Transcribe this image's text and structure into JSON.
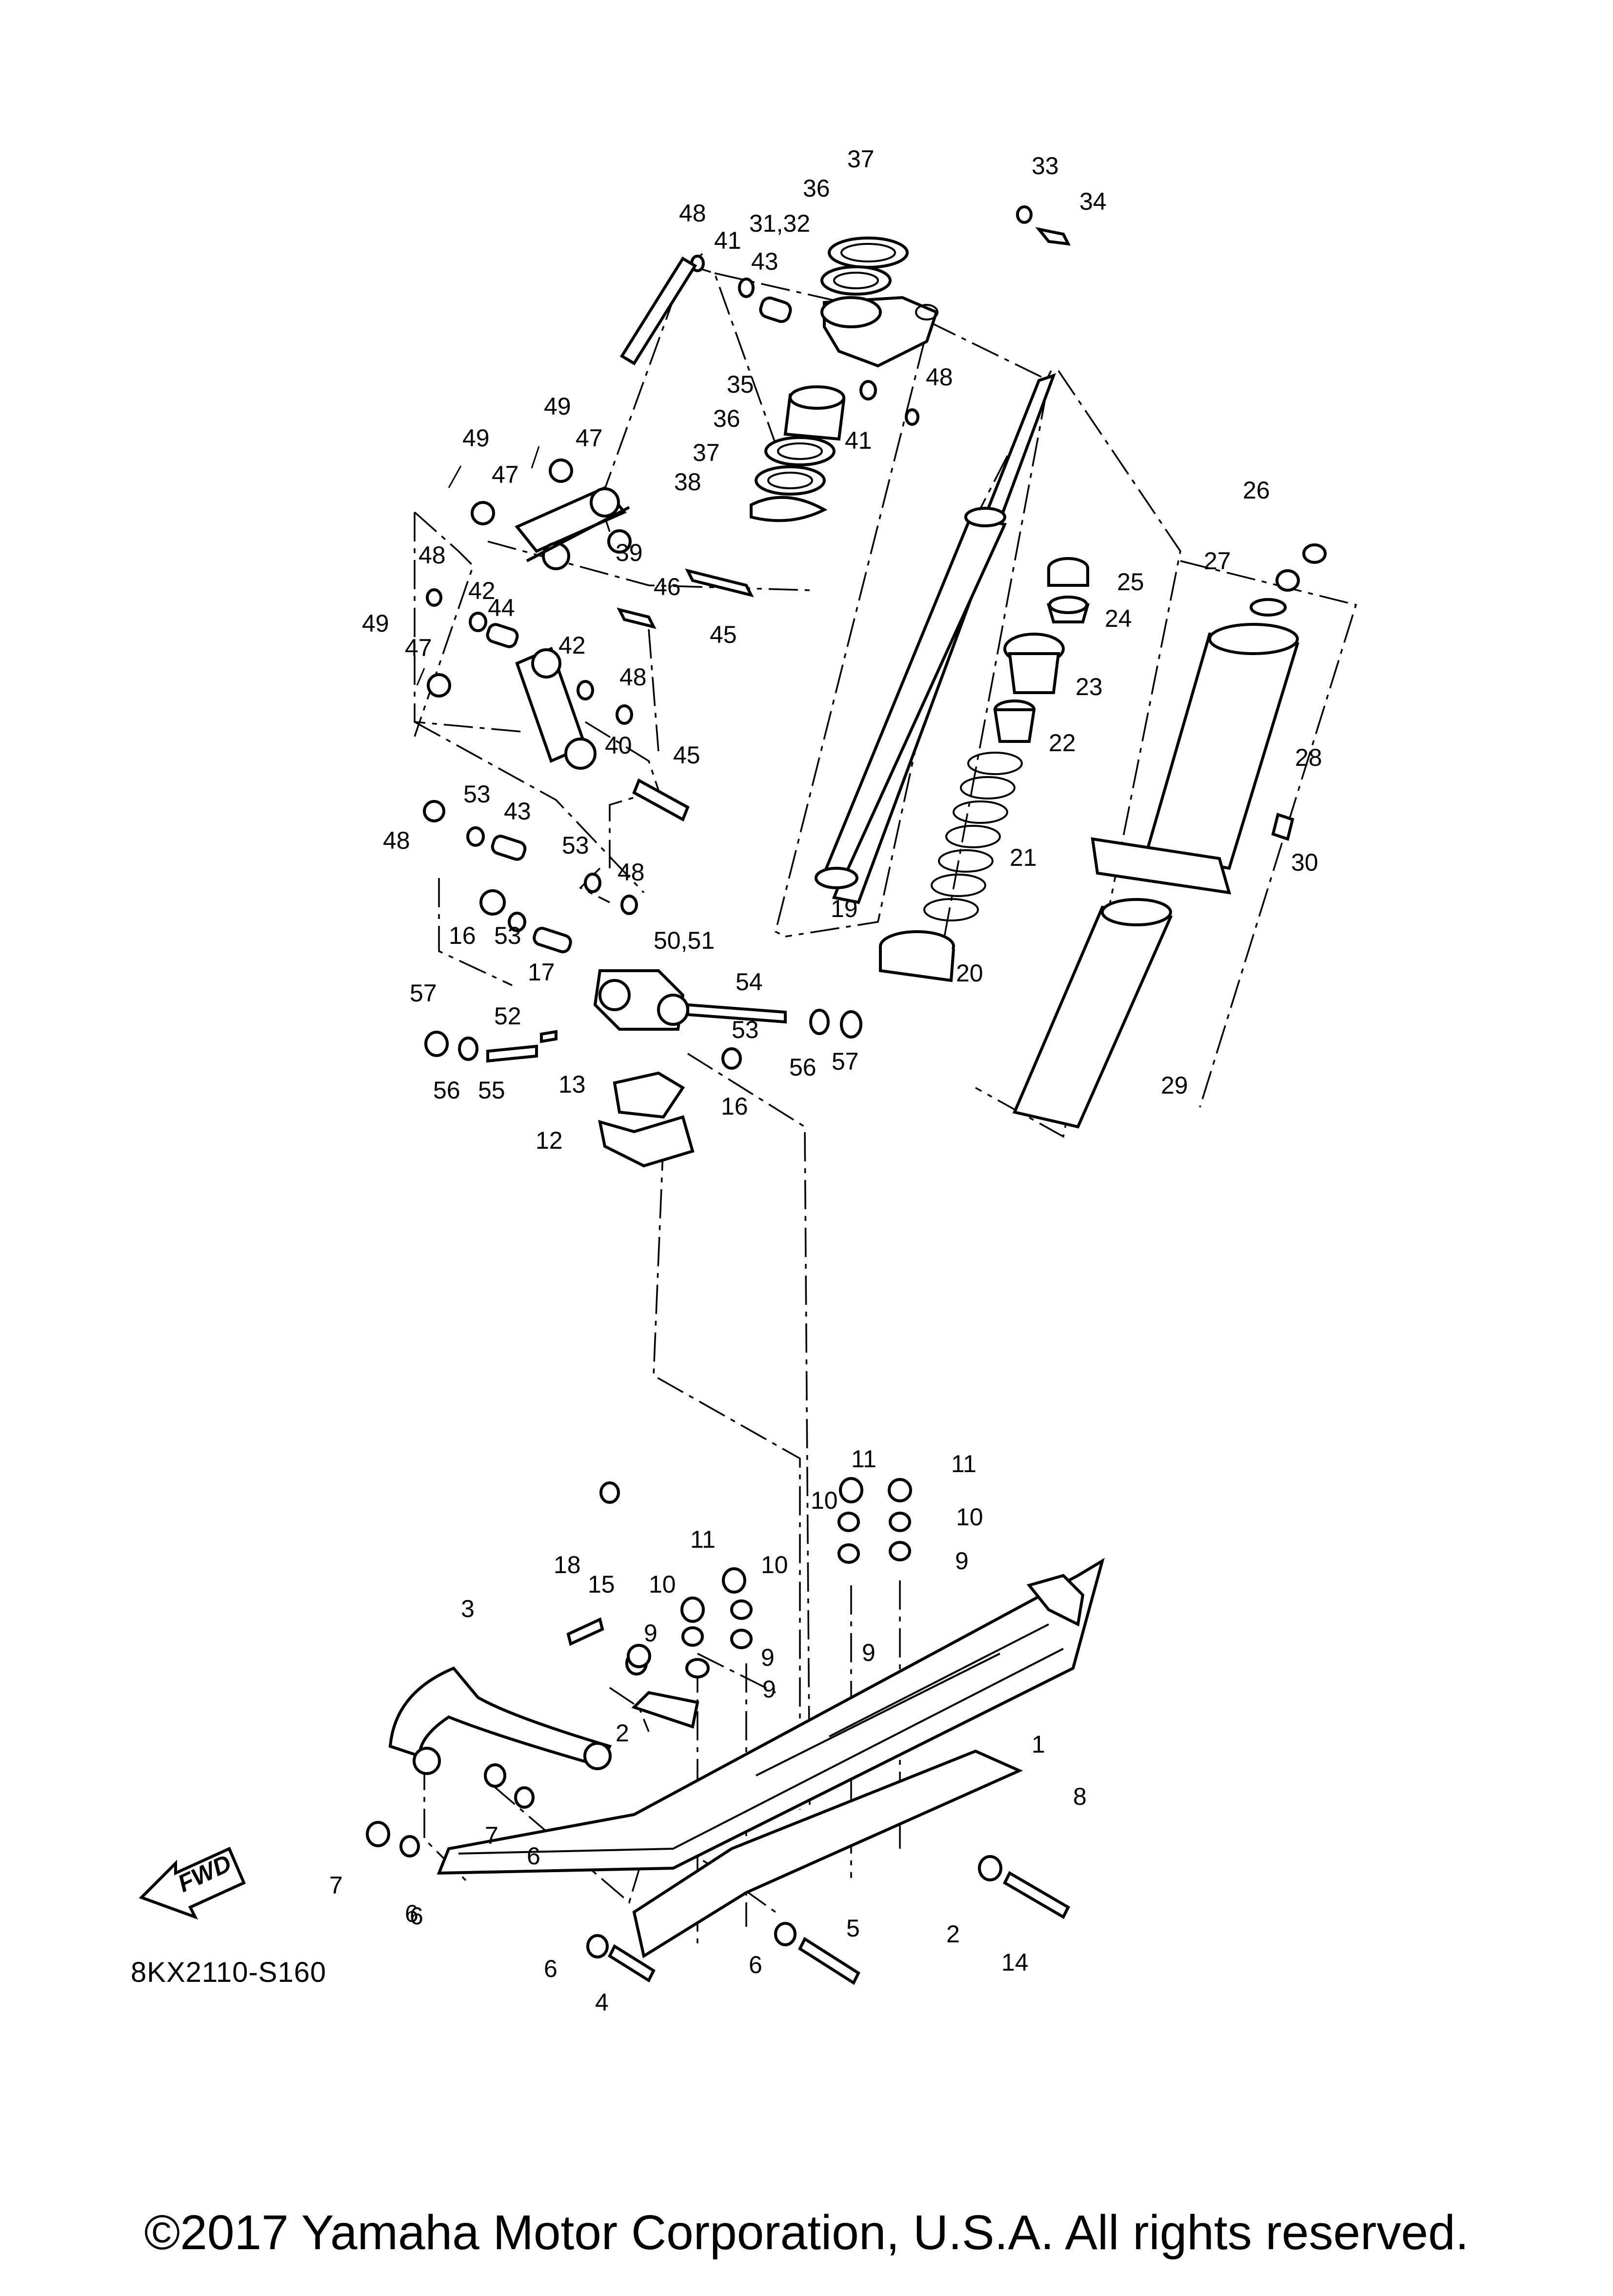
{
  "diagram": {
    "code": "8KX2110-S160",
    "fwd_label": "FWD",
    "callouts": [
      "37",
      "33",
      "34",
      "36",
      "31,32",
      "48",
      "41",
      "43",
      "48",
      "35",
      "41",
      "36",
      "49",
      "47",
      "37",
      "49",
      "47",
      "38",
      "39",
      "26",
      "25",
      "27",
      "48",
      "45",
      "46",
      "42",
      "44",
      "24",
      "42",
      "49",
      "47",
      "48",
      "23",
      "28",
      "40",
      "22",
      "45",
      "53",
      "43",
      "48",
      "53",
      "48",
      "30",
      "21",
      "19",
      "16",
      "53",
      "17",
      "50,51",
      "20",
      "57",
      "54",
      "52",
      "53",
      "56",
      "57",
      "56",
      "55",
      "13",
      "16",
      "29",
      "12",
      "11",
      "11",
      "10",
      "10",
      "9",
      "11",
      "10",
      "18",
      "15",
      "10",
      "9",
      "9",
      "9",
      "3",
      "9",
      "2",
      "1",
      "8",
      "7",
      "6",
      "6",
      "7",
      "6",
      "2",
      "14",
      "5",
      "6",
      "6",
      "4"
    ]
  },
  "footer": {
    "copyright": "©2017 Yamaha Motor Corporation, U.S.A. All rights reserved."
  }
}
